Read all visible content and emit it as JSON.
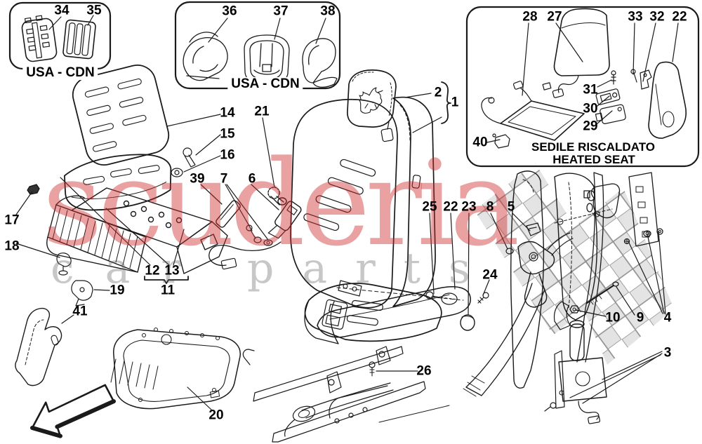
{
  "diagram": {
    "boxes": {
      "usa_cdn_left": {
        "label": "USA - CDN"
      },
      "usa_cdn_center": {
        "label": "USA - CDN"
      },
      "heated_seat": {
        "title_line1": "SEDILE RISCALDATO",
        "title_line2": "HEATED SEAT"
      }
    },
    "callouts": {
      "1": "1",
      "2": "2",
      "3": "3",
      "4": "4",
      "5": "5",
      "6": "6",
      "7": "7",
      "8": "8",
      "9": "9",
      "10": "10",
      "11": "11",
      "12": "12",
      "13": "13",
      "14": "14",
      "15": "15",
      "16": "16",
      "17": "17",
      "18": "18",
      "19": "19",
      "20": "20",
      "21": "21",
      "22": "22",
      "23": "23",
      "24": "24",
      "25": "25",
      "26": "26",
      "27": "27",
      "28": "28",
      "29": "29",
      "30": "30",
      "31": "31",
      "32": "32",
      "33": "33",
      "34": "34",
      "35": "35",
      "36": "36",
      "37": "37",
      "38": "38",
      "39": "39",
      "40": "40",
      "41": "41"
    },
    "watermark": {
      "word1": "scuderia",
      "word2": "car",
      "word3": "parts",
      "color_red": "#cd2a2a",
      "color_gray": "#bdbdbd"
    }
  }
}
